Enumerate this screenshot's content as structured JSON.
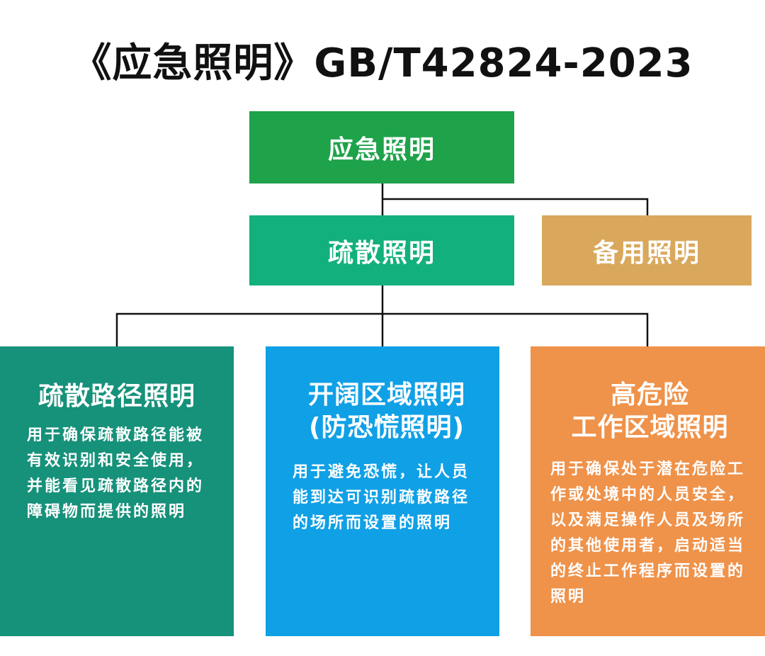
{
  "title": "《应急照明》GB/T42824-2023",
  "colors": {
    "root": "#1ea24a",
    "evacuation": "#12b07c",
    "standby": "#d9a85c",
    "card_evacuation_path": "#16917a",
    "card_open_area": "#10a0e6",
    "card_high_risk": "#ef924a",
    "connector": "#111111"
  },
  "nodes": {
    "root": "应急照明",
    "evacuation": "疏散照明",
    "standby": "备用照明"
  },
  "cards": [
    {
      "title_lines": [
        "疏散路径照明"
      ],
      "description": "用于确保疏散路径能被有效识别和安全使用，并能看见疏散路径内的障碍物而提供的照明"
    },
    {
      "title_lines": [
        "开阔区域照明",
        "(防恐慌照明)"
      ],
      "description": "用于避免恐慌，让人员能到达可识别疏散路径的场所而设置的照明"
    },
    {
      "title_lines": [
        "高危险",
        "工作区域照明"
      ],
      "description": "用于确保处于潜在危险工作或处境中的人员安全，以及满足操作人员及场所的其他使用者，启动适当的终止工作程序而设置的照明"
    }
  ]
}
